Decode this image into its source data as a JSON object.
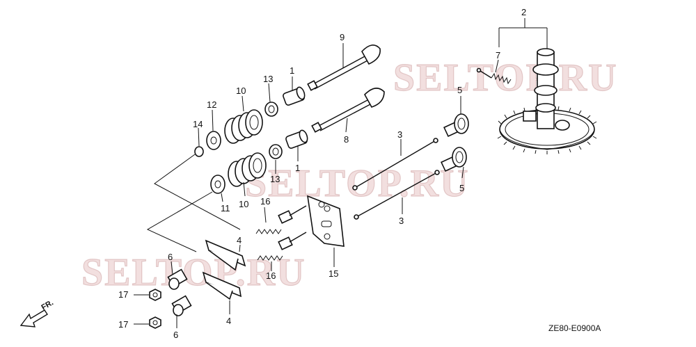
{
  "diagram": {
    "code": "ZE80-E0900A",
    "direction_label": "FR.",
    "watermark": "SELTOP.RU",
    "labels": {
      "l1a": "1",
      "l1b": "1",
      "l2": "2",
      "l3a": "3",
      "l3b": "3",
      "l4a": "4",
      "l4b": "4",
      "l5a": "5",
      "l5b": "5",
      "l6a": "6",
      "l6b": "6",
      "l7": "7",
      "l8": "8",
      "l9": "9",
      "l10a": "10",
      "l10b": "10",
      "l11": "11",
      "l12": "12",
      "l13a": "13",
      "l13b": "13",
      "l14": "14",
      "l15": "15",
      "l16a": "16",
      "l16b": "16",
      "l17a": "17",
      "l17b": "17"
    }
  }
}
